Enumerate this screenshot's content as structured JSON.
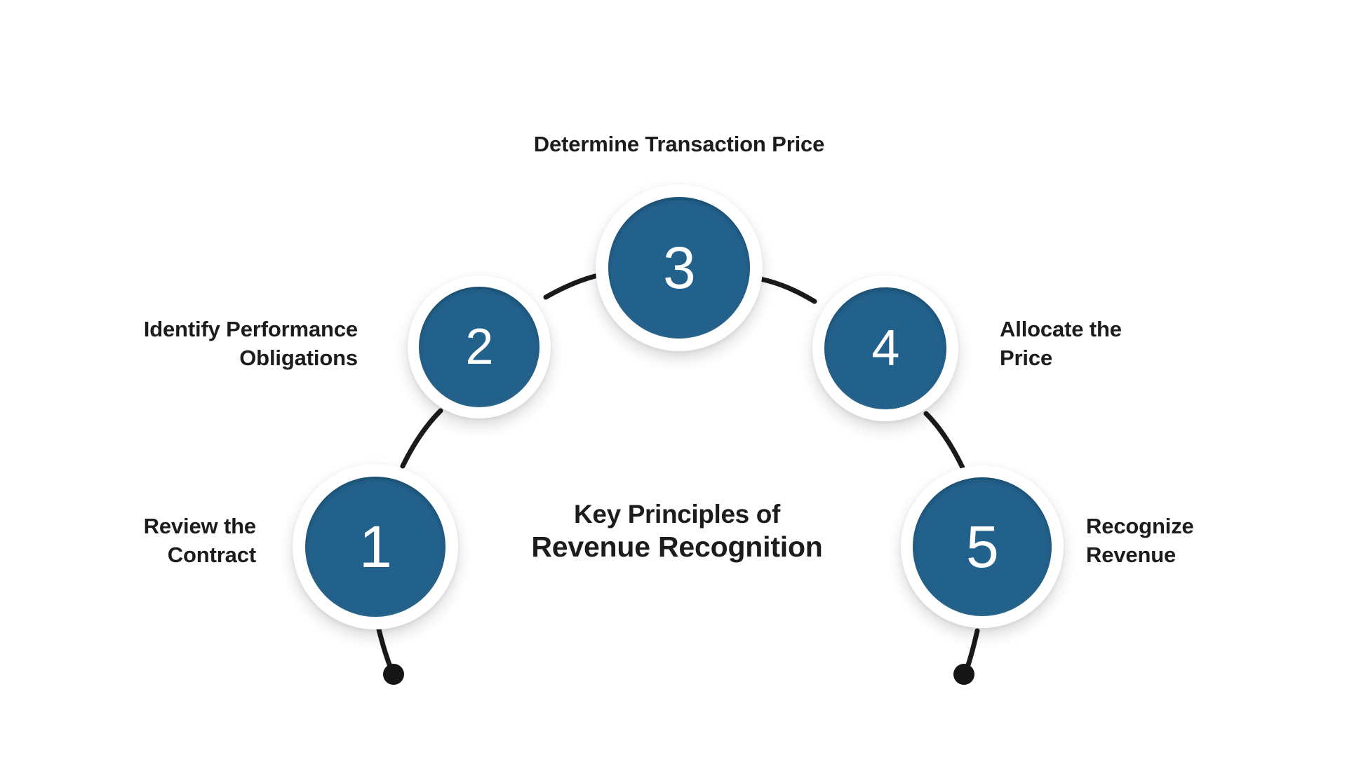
{
  "diagram": {
    "center_title": {
      "line_1": "Key Principles of",
      "line_2": "Revenue Recognition"
    },
    "accent_color": "#22618b",
    "ring_color": "#ffffff",
    "connector_color": "#1a1a1a",
    "text_color": "#1c1c1c",
    "background_color": "#ffffff",
    "steps": [
      {
        "number": "1",
        "label": "Review the Contract",
        "label_line_1": "Review the",
        "label_line_2": "Contract",
        "align": "right"
      },
      {
        "number": "2",
        "label": "Identify Performance Obligations",
        "label_line_1": "Identify Performance",
        "label_line_2": "Obligations",
        "align": "right"
      },
      {
        "number": "3",
        "label": "Determine Transaction Price",
        "label_line_1": "Determine Transaction Price",
        "label_line_2": "",
        "align": "center"
      },
      {
        "number": "4",
        "label": "Allocate the Price",
        "label_line_1": "Allocate the",
        "label_line_2": "Price",
        "align": "left"
      },
      {
        "number": "5",
        "label": "Recognize Revenue",
        "label_line_1": "Recognize",
        "label_line_2": "Revenue",
        "align": "left"
      }
    ]
  }
}
